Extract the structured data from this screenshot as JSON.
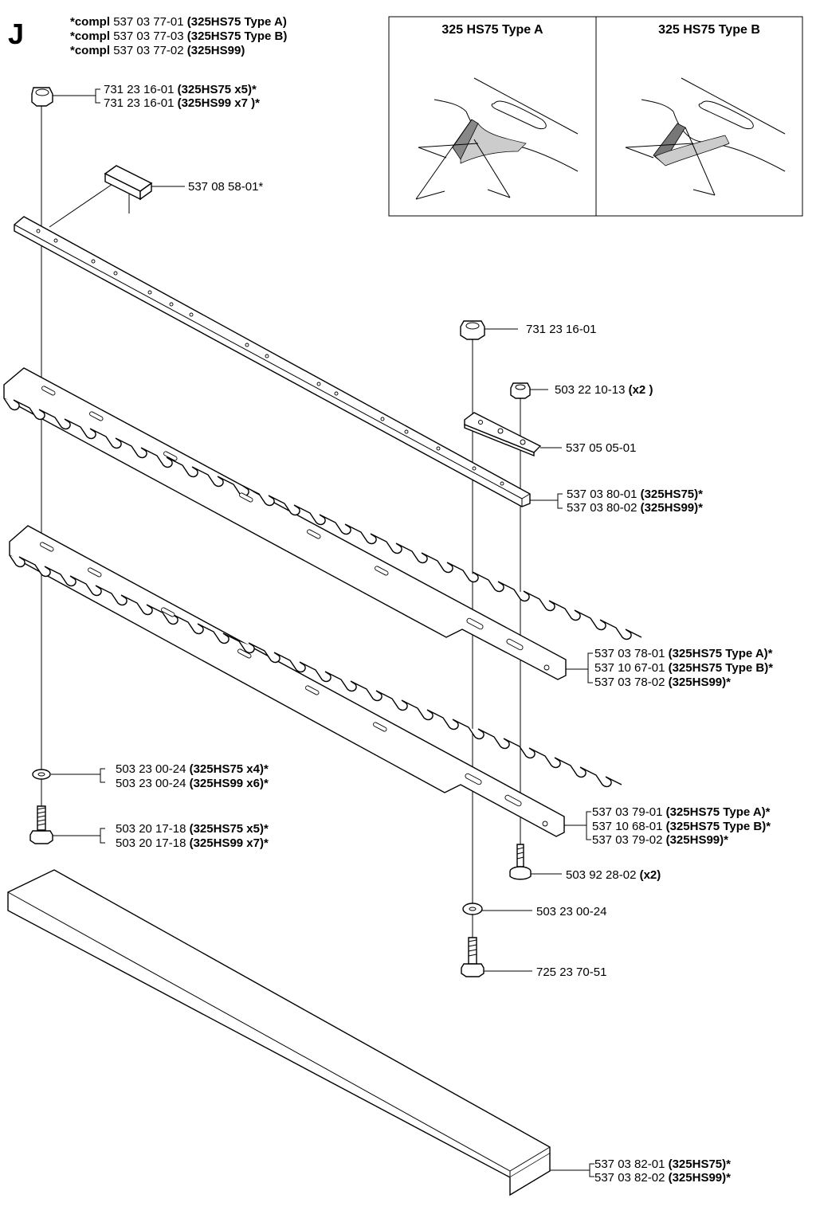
{
  "section": "J",
  "header": {
    "lines": [
      {
        "prefix": "*compl",
        "number": "537 03 77-01",
        "model": "(325HS75 Type A)"
      },
      {
        "prefix": "*compl",
        "number": "537 03 77-03",
        "model": "(325HS75 Type B)"
      },
      {
        "prefix": "*compl",
        "number": "537 03 77-02",
        "model": "(325HS99)"
      }
    ]
  },
  "inset": {
    "panel_a_title": "325 HS75 Type A",
    "panel_b_title": "325 HS75 Type B"
  },
  "callouts": {
    "nut_top": [
      {
        "number": "731 23 16-01",
        "model": "(325HS75 x5)*"
      },
      {
        "number": "731 23 16-01",
        "model": "(325HS99 x7 )*"
      }
    ],
    "clip": [
      {
        "number": "537 08 58-01*",
        "model": ""
      }
    ],
    "nut_right": [
      {
        "number": "731 23 16-01",
        "model": ""
      }
    ],
    "nut_small": [
      {
        "number": "503 22 10-13",
        "model": "(x2 )"
      }
    ],
    "link_plate": [
      {
        "number": "537 05 05-01",
        "model": ""
      }
    ],
    "bar": [
      {
        "number": "537 03 80-01",
        "model": "(325HS75)*"
      },
      {
        "number": "537 03 80-02",
        "model": "(325HS99)*"
      }
    ],
    "blade_upper": [
      {
        "number": "537 03 78-01",
        "model": "(325HS75 Type A)*"
      },
      {
        "number": "537 10 67-01",
        "model": "(325HS75 Type B)*"
      },
      {
        "number": "537 03 78-02",
        "model": "(325HS99)*"
      }
    ],
    "washer_left": [
      {
        "number": "503 23 00-24",
        "model": "(325HS75 x4)*"
      },
      {
        "number": "503 23 00-24",
        "model": "(325HS99 x6)*"
      }
    ],
    "blade_lower": [
      {
        "number": "537 03 79-01",
        "model": "(325HS75 Type A)*"
      },
      {
        "number": "537 10 68-01",
        "model": "(325HS75 Type B)*"
      },
      {
        "number": "537 03 79-02",
        "model": "(325HS99)*"
      }
    ],
    "screw_left": [
      {
        "number": "503 20 17-18",
        "model": "(325HS75 x5)*"
      },
      {
        "number": "503 20 17-18",
        "model": "(325HS99 x7)*"
      }
    ],
    "screw_small": [
      {
        "number": "503 92 28-02",
        "model": "(x2)"
      }
    ],
    "washer_right": [
      {
        "number": "503 23 00-24",
        "model": ""
      }
    ],
    "screw_right": [
      {
        "number": "725 23 70-51",
        "model": ""
      }
    ],
    "guard": [
      {
        "number": "537 03 82-01",
        "model": "(325HS75)*"
      },
      {
        "number": "537 03 82-02",
        "model": "(325HS99)*"
      }
    ]
  }
}
